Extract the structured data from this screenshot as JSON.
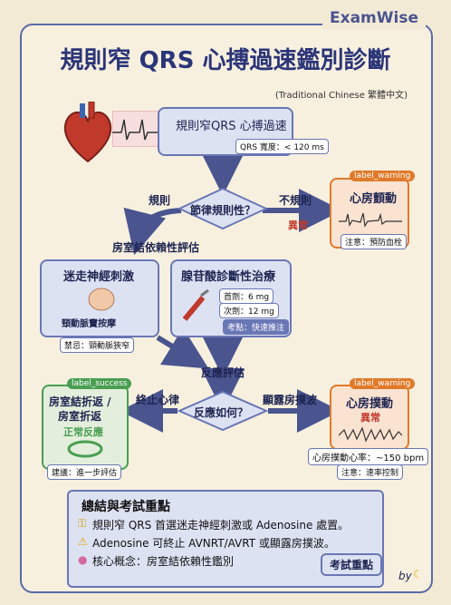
{
  "brand": "ExamWise",
  "title": "規則窄 QRS 心搏過速鑑別診斷",
  "subtitle": "(Traditional Chinese 繁體中文)",
  "start": {
    "title": "規則窄QRS 心搏過速",
    "note": "QRS 寬度：< 120 ms"
  },
  "decision1": {
    "question": "節律規則性？",
    "left_label": "規則",
    "right_label": "不規則",
    "right_sublabel": "異常"
  },
  "afib": {
    "tag": "label_warning",
    "title": "心房顫動",
    "note": "注意：預防血栓"
  },
  "avnode_label": "房室結依賴性評估",
  "vagal": {
    "title": "迷走神經刺激",
    "subtitle": "頸動脈竇按摩",
    "note": "禁忌：頸動脈狹窄"
  },
  "adenosine": {
    "title": "腺苷酸診斷性治療",
    "dose1": "首劑：6 mg",
    "dose2": "次劑：12 mg",
    "note": "考點：快速推注"
  },
  "response_label": "反應評估",
  "decision2": {
    "question": "反應如何？",
    "left_label": "終止心律",
    "right_label": "顯露房撲波"
  },
  "success": {
    "tag": "label_success",
    "title_line1": "房室結折返 /",
    "title_line2": "房室折返",
    "sub": "正常反應",
    "note": "建議：進一步評估"
  },
  "flutter": {
    "tag": "label_warning",
    "title": "心房撲動",
    "sub": "異常",
    "rate": "心房撲動心率：~150 bpm",
    "note": "注意：速率控制"
  },
  "summary": {
    "heading": "總結與考試重點",
    "line1": "規則窄 QRS 首選迷走神經刺激或 Adenosine 處置。",
    "line2": "Adenosine 可終止 AVNRT/AVRT 或顯露房撲波。",
    "line3": "核心概念：房室結依賴性鑑別",
    "badge": "考試重點"
  },
  "byline": "by",
  "colors": {
    "navy": "#2b3578",
    "success": "#4a9e52",
    "warning": "#e07a2a",
    "danger": "#c0392b"
  }
}
